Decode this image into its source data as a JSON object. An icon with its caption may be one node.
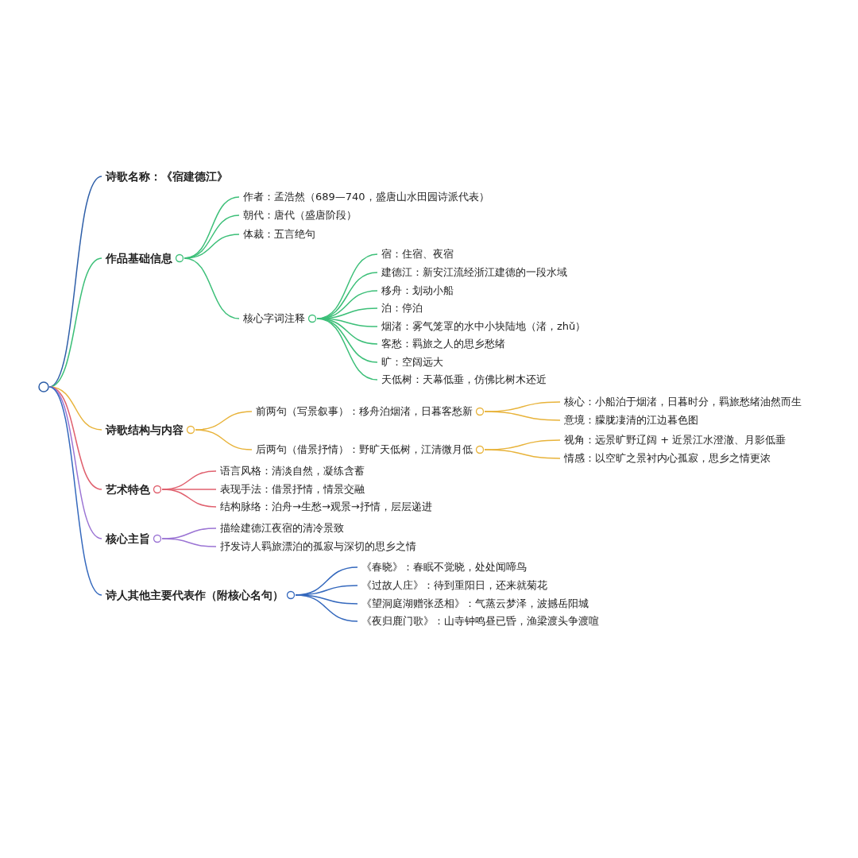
{
  "diagram": {
    "nodes": [
      {
        "text": [],
        "shape": "circle"
      },
      {
        "text": [
          "诗歌名称：《宿建德江》"
        ]
      },
      {
        "text": [
          "作品基础信息"
        ]
      },
      {
        "text": [
          "作者：孟浩然（689—740，盛唐山水田园诗派代表）"
        ]
      },
      {
        "text": [
          "朝代：唐代（盛唐阶段）"
        ]
      },
      {
        "text": [
          "体裁：五言绝句"
        ]
      },
      {
        "text": [
          "核心字词注释"
        ]
      },
      {
        "text": [
          "宿：住宿、夜宿"
        ]
      },
      {
        "text": [
          "建德江：新安江流经浙江建德的一段水域"
        ]
      },
      {
        "text": [
          "移舟：划动小船"
        ]
      },
      {
        "text": [
          "泊：停泊"
        ]
      },
      {
        "text": [
          "烟渚：雾气笼罩的水中小块陆地（渚，zhǔ）"
        ]
      },
      {
        "text": [
          "客愁：羁旅之人的思乡愁绪"
        ]
      },
      {
        "text": [
          "旷：空阔远大"
        ]
      },
      {
        "text": [
          "天低树：天幕低垂，仿佛比树木还近"
        ]
      },
      {
        "text": [
          "诗歌结构与内容"
        ]
      },
      {
        "text": [
          "前两句（写景叙事）：移舟泊烟渚，日暮客愁新"
        ]
      },
      {
        "text": [
          "核心：小船泊于烟渚，日暮时分，羁旅愁绪油然而生"
        ]
      },
      {
        "text": [
          "意境：朦胧凄清的江边暮色图"
        ]
      },
      {
        "text": [
          "后两句（借景抒情）：野旷天低树，江清微月低"
        ]
      },
      {
        "text": [
          "视角：远景旷野辽阔 + 近景江水澄澈、月影低垂"
        ]
      },
      {
        "text": [
          "情感：以空旷之景衬内心孤寂，思乡之情更浓"
        ]
      },
      {
        "text": [
          "艺术特色"
        ]
      },
      {
        "text": [
          "语言风格：清淡自然，凝练含蓄"
        ]
      },
      {
        "text": [
          "表现手法：借景抒情，情景交融"
        ]
      },
      {
        "text": [
          "结构脉络：泊舟→生愁→观景→抒情，层层递进"
        ]
      },
      {
        "text": [
          "核心主旨"
        ]
      },
      {
        "text": [
          "描绘建德江夜宿的清冷景致"
        ]
      },
      {
        "text": [
          "抒发诗人羁旅漂泊的孤寂与深切的思乡之情"
        ]
      },
      {
        "text": [
          "诗人其他主要代表作（附核心名句）"
        ]
      },
      {
        "text": [
          "《春晓》：春眠不觉晓，处处闻啼鸟"
        ]
      },
      {
        "text": [
          "《过故人庄》：待到重阳日，还来就菊花"
        ]
      },
      {
        "text": [
          "《望洞庭湖赠张丞相》：气蒸云梦泽，波撼岳阳城"
        ]
      },
      {
        "text": [
          "《夜归鹿门歌》：山寺钟鸣昼已昏，渔梁渡头争渡喧"
        ]
      }
    ],
    "edges": [
      {
        "from": 0,
        "to": 1,
        "arrow": "none",
        "color": "#2d5ea8"
      },
      {
        "from": 0,
        "to": 2,
        "arrow": "none"
      },
      {
        "from": 2,
        "to": 3,
        "arrow": "none"
      },
      {
        "from": 2,
        "to": 4,
        "arrow": "none"
      },
      {
        "from": 2,
        "to": 5,
        "arrow": "none"
      },
      {
        "from": 2,
        "to": 6,
        "arrow": "none"
      },
      {
        "from": 6,
        "to": 7,
        "arrow": "none"
      },
      {
        "from": 6,
        "to": 8,
        "arrow": "none"
      },
      {
        "from": 6,
        "to": 9,
        "arrow": "none"
      },
      {
        "from": 6,
        "to": 10,
        "arrow": "none"
      },
      {
        "from": 6,
        "to": 11,
        "arrow": "none"
      },
      {
        "from": 6,
        "to": 12,
        "arrow": "none"
      },
      {
        "from": 6,
        "to": 13,
        "arrow": "none"
      },
      {
        "from": 6,
        "to": 14,
        "arrow": "none"
      },
      {
        "from": 0,
        "to": 15,
        "arrow": "none",
        "color": "#e8b33a"
      },
      {
        "from": 15,
        "to": 16,
        "arrow": "none",
        "color": "#e8b33a"
      },
      {
        "from": 16,
        "to": 17,
        "arrow": "none",
        "color": "#e8b33a"
      },
      {
        "from": 16,
        "to": 18,
        "arrow": "none",
        "color": "#e8b33a"
      },
      {
        "from": 15,
        "to": 19,
        "arrow": "none",
        "color": "#e8b33a"
      },
      {
        "from": 19,
        "to": 20,
        "arrow": "none",
        "color": "#e8b33a"
      },
      {
        "from": 19,
        "to": 21,
        "arrow": "none",
        "color": "#e8b33a"
      },
      {
        "from": 0,
        "to": 22,
        "arrow": "none",
        "color": "#e0606e"
      },
      {
        "from": 22,
        "to": 23,
        "arrow": "none",
        "color": "#e0606e"
      },
      {
        "from": 22,
        "to": 24,
        "arrow": "none",
        "color": "#e0606e"
      },
      {
        "from": 22,
        "to": 25,
        "arrow": "none",
        "color": "#e0606e"
      },
      {
        "from": 0,
        "to": 26,
        "arrow": "none",
        "color": "#9b74d4"
      },
      {
        "from": 26,
        "to": 27,
        "arrow": "none",
        "color": "#9b74d4"
      },
      {
        "from": 26,
        "to": 28,
        "arrow": "none",
        "color": "#9b74d4"
      },
      {
        "from": 0,
        "to": 29,
        "arrow": "none",
        "color": "#3468bd"
      },
      {
        "from": 29,
        "to": 30,
        "arrow": "none",
        "color": "#3468bd"
      },
      {
        "from": 29,
        "to": 31,
        "arrow": "none",
        "color": "#3468bd"
      },
      {
        "from": 29,
        "to": 32,
        "arrow": "none",
        "color": "#3468bd"
      },
      {
        "from": 29,
        "to": 33,
        "arrow": "none",
        "color": "#3468bd"
      }
    ]
  }
}
